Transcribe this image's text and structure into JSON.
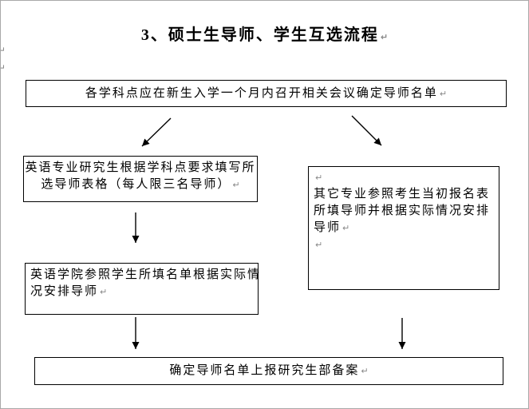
{
  "page": {
    "title": "3、硕士生导师、学生互选流程",
    "paragraph_mark": "↵"
  },
  "flowchart": {
    "boxes": [
      {
        "id": "meeting",
        "lines": [
          "各学科点应在新生入学一个月内召开相关会议确定导师名单"
        ]
      },
      {
        "id": "english-majors-form",
        "lines": [
          "英语专业研究生根据学科点要求填写所",
          "选导师表格（每人限三名导师）"
        ]
      },
      {
        "id": "other-majors",
        "lines": [
          "其它专业参照考生当初报名表",
          "所填导师并根据实际情况安排",
          "导师"
        ]
      },
      {
        "id": "english-college-arrange",
        "lines": [
          "英语学院参照学生所填名单根据实际情",
          "况安排导师"
        ]
      },
      {
        "id": "report-filing",
        "lines": [
          "确定导师名单上报研究生部备案"
        ]
      }
    ],
    "edges": [
      {
        "from": "meeting",
        "to": "english-majors-form"
      },
      {
        "from": "meeting",
        "to": "other-majors"
      },
      {
        "from": "english-majors-form",
        "to": "english-college-arrange"
      },
      {
        "from": "english-college-arrange",
        "to": "report-filing"
      },
      {
        "from": "other-majors",
        "to": "report-filing"
      }
    ]
  }
}
